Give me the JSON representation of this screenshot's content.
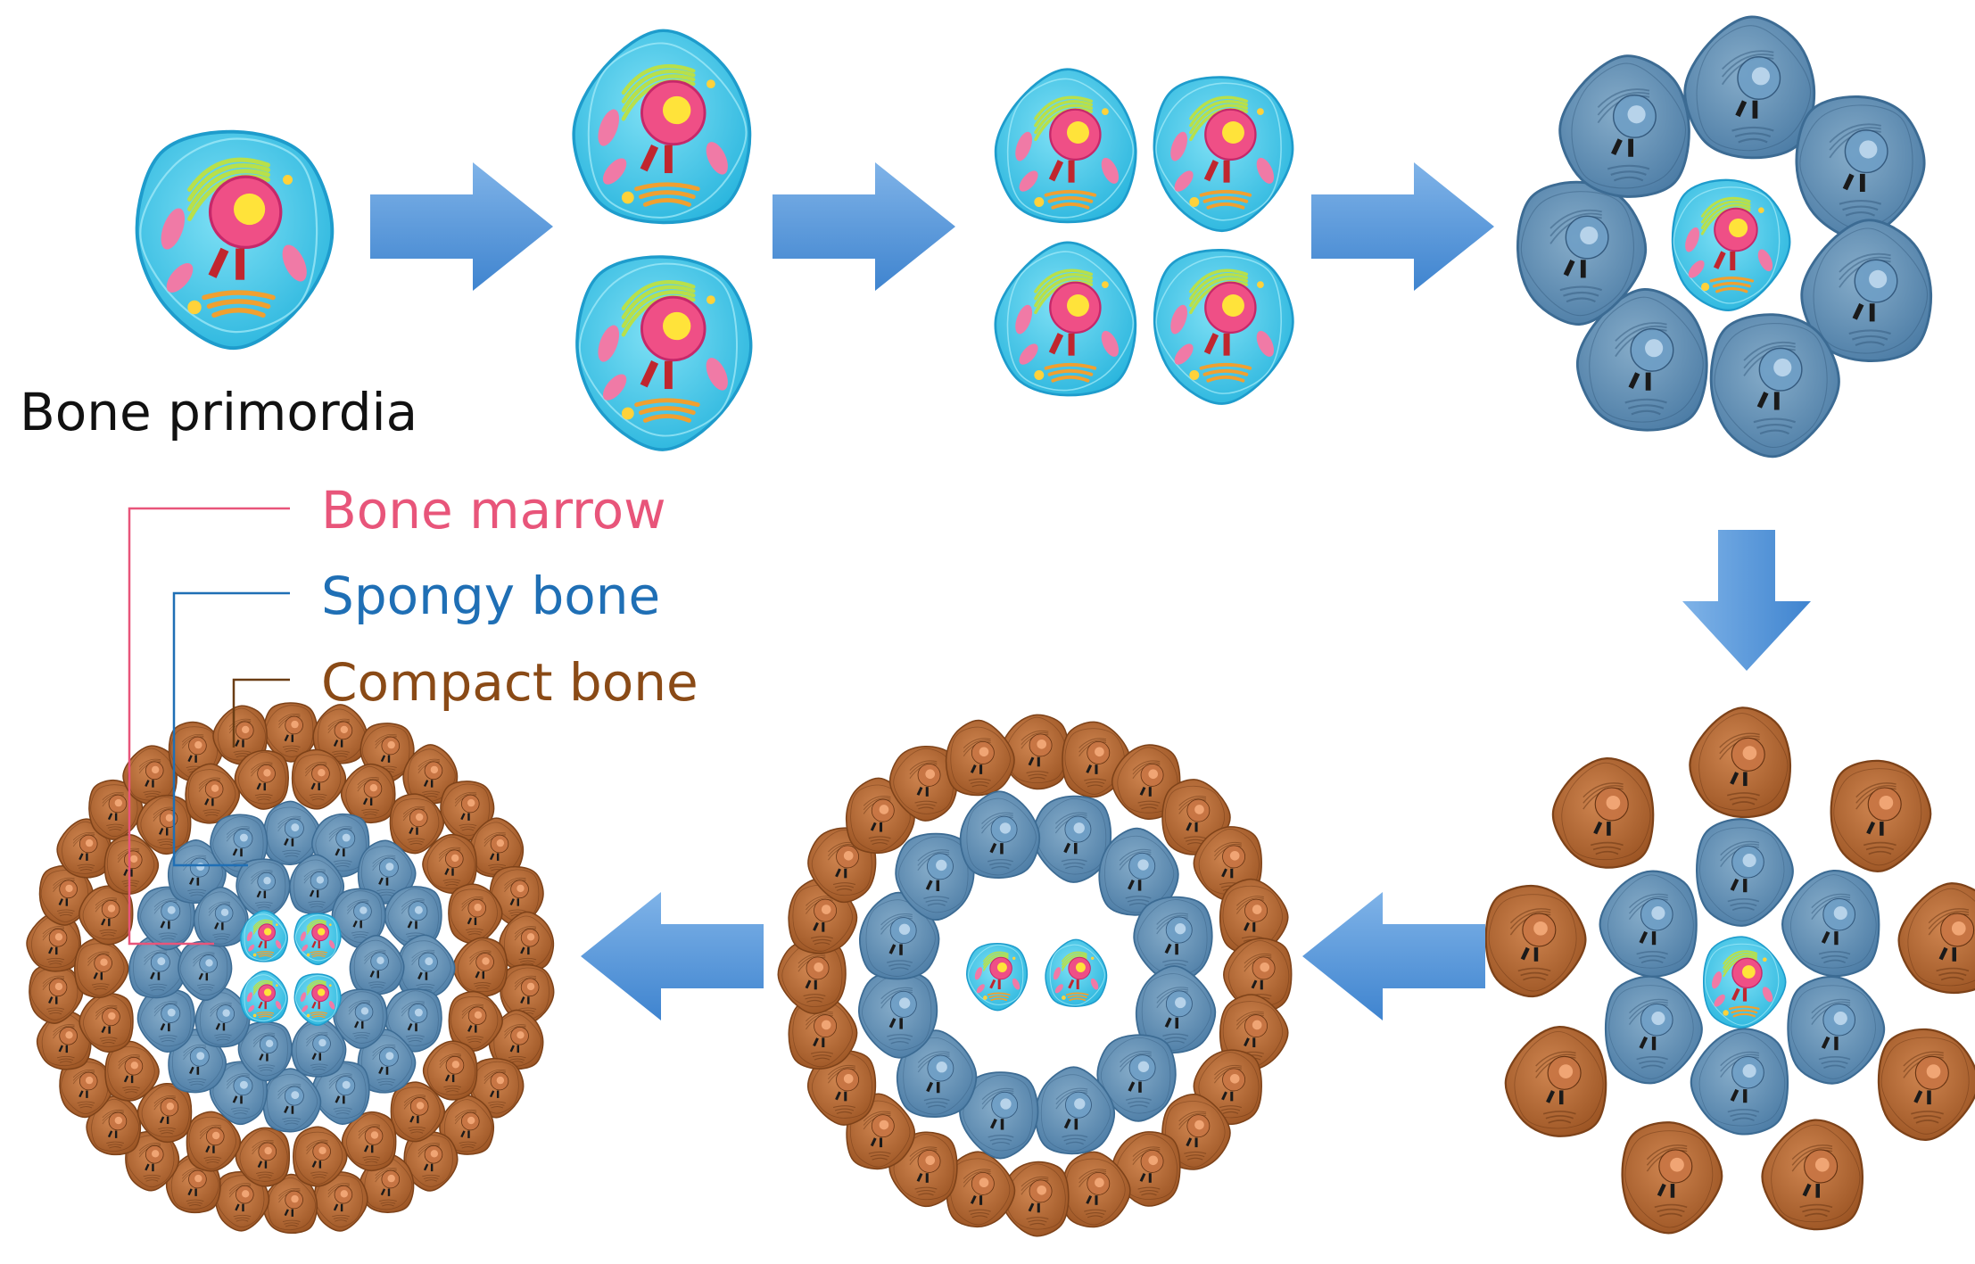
{
  "labels": {
    "bone_primordia": "Bone primordia",
    "bone_marrow": "Bone marrow",
    "spongy_bone": "Spongy bone",
    "compact_bone": "Compact bone"
  },
  "colors": {
    "bone_marrow": "#e8557a",
    "spongy_bone": "#1f6fb5",
    "compact_bone": "#8a4a16",
    "text": "#111111",
    "arrow": "#4a8fd6",
    "primordial_cell": "#3fc3e6",
    "spongy_cell": "#5e8db3",
    "compact_cell": "#b0642e"
  },
  "stages": [
    {
      "name": "bone-primordium",
      "primordial_cells": 1,
      "spongy_cells": 0,
      "compact_cells": 0
    },
    {
      "name": "two-cell-division",
      "primordial_cells": 2,
      "spongy_cells": 0,
      "compact_cells": 0
    },
    {
      "name": "four-cell-division",
      "primordial_cells": 4,
      "spongy_cells": 0,
      "compact_cells": 0
    },
    {
      "name": "spongy-ring-formation",
      "primordial_cells": 1,
      "spongy_cells": 7,
      "compact_cells": 0
    },
    {
      "name": "compact-ring-formation",
      "primordial_cells": 1,
      "spongy_cells": 6,
      "compact_cells": 9
    },
    {
      "name": "expanded-rings",
      "primordial_cells": 2,
      "spongy_cells": 12,
      "compact_cells": 24
    },
    {
      "name": "mature-bone",
      "primordial_cells": 4,
      "spongy_cells": 26,
      "compact_cells": 48
    }
  ],
  "flow": [
    "right",
    "right",
    "right",
    "down",
    "left",
    "left"
  ]
}
